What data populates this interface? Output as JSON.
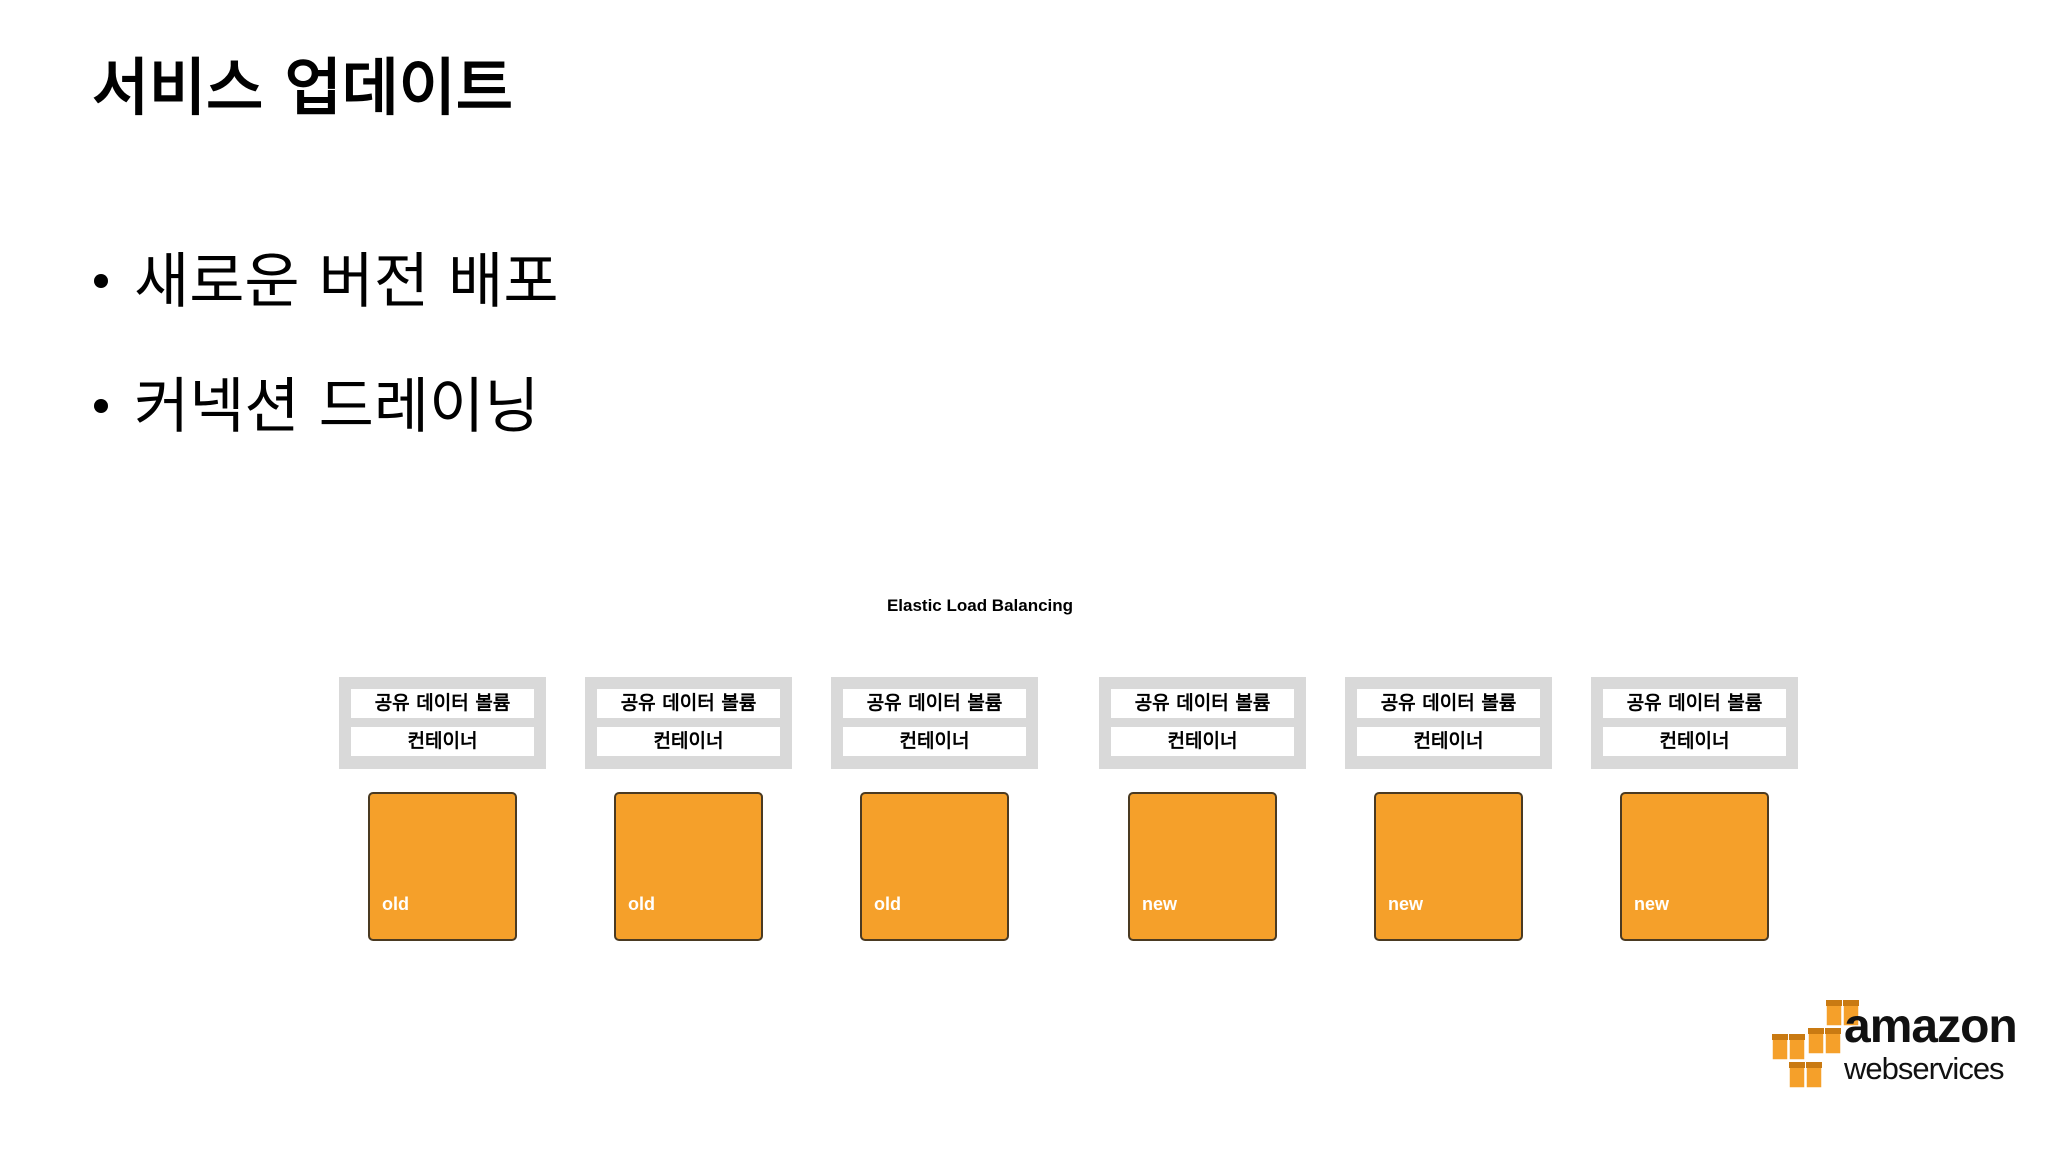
{
  "slide": {
    "title": "서비스 업데이트",
    "bullets": [
      "새로운 버전 배포",
      "커넥션 드레이닝"
    ]
  },
  "diagram": {
    "elb_label": "Elastic Load Balancing",
    "tasks": [
      {
        "volume": "공유 데이터 볼륨",
        "container": "컨테이너",
        "instance": "old"
      },
      {
        "volume": "공유 데이터 볼륨",
        "container": "컨테이너",
        "instance": "old"
      },
      {
        "volume": "공유 데이터 볼륨",
        "container": "컨테이너",
        "instance": "old"
      },
      {
        "volume": "공유 데이터 볼륨",
        "container": "컨테이너",
        "instance": "new"
      },
      {
        "volume": "공유 데이터 볼륨",
        "container": "컨테이너",
        "instance": "new"
      },
      {
        "volume": "공유 데이터 볼륨",
        "container": "컨테이너",
        "instance": "new"
      }
    ]
  },
  "logo": {
    "main": "amazon",
    "sub": "webservices",
    "icon": "aws-cubes-icon"
  },
  "colors": {
    "instance_fill": "#f5a02a",
    "task_frame": "#d9d9d9",
    "logo_orange": "#f5a02a"
  }
}
